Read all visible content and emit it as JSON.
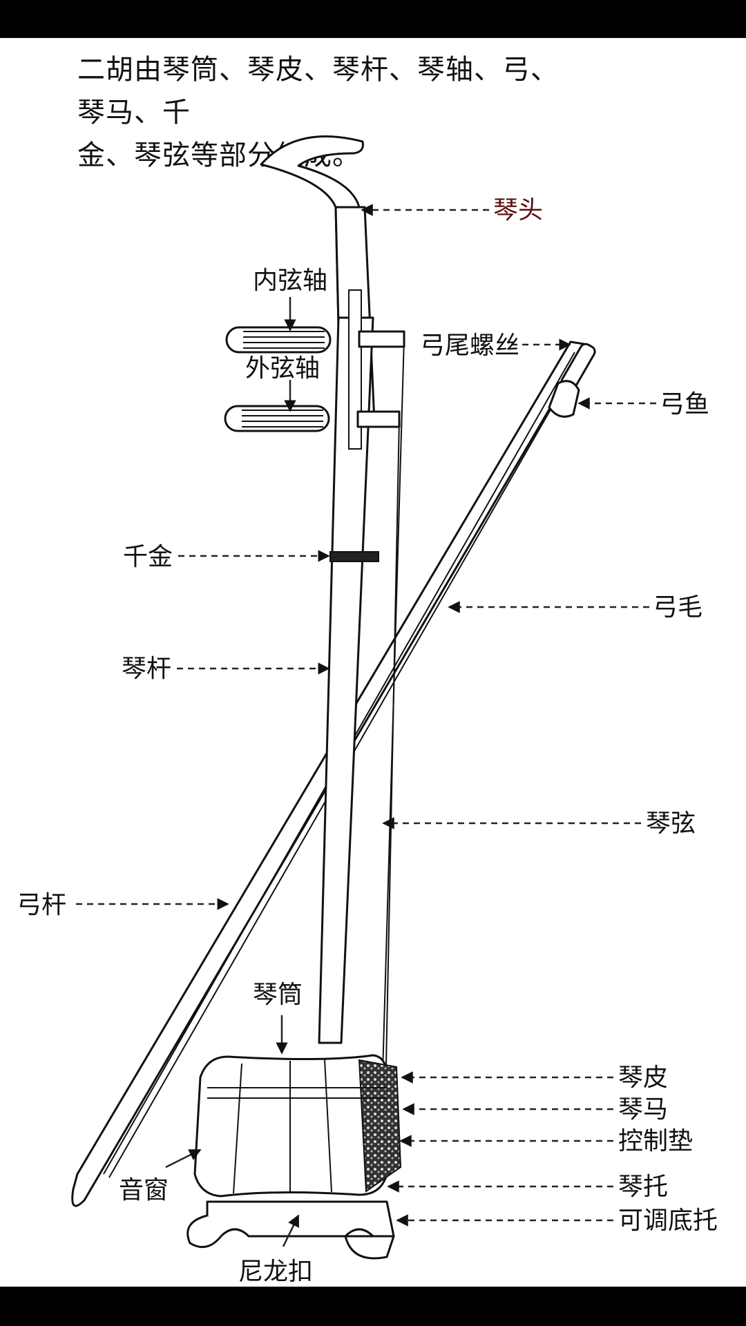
{
  "caption": {
    "line1": "二胡由琴筒、琴皮、琴杆、琴轴、弓、琴马、千",
    "line2": "金、琴弦等部分组成。"
  },
  "labels": {
    "qintou": "琴头",
    "neixianzhou": "内弦轴",
    "waixianzhou": "外弦轴",
    "gongweiluosi": "弓尾螺丝",
    "gongyu": "弓鱼",
    "qianjin": "千金",
    "gongmao": "弓毛",
    "qingan": "琴杆",
    "qinxian": "琴弦",
    "gonggan": "弓杆",
    "qintong": "琴筒",
    "qinpi": "琴皮",
    "qinma": "琴马",
    "kongzhidian": "控制垫",
    "yinchuang": "音窗",
    "qintuo": "琴托",
    "ketiaodituo": "可调底托",
    "nilongkou": "尼龙扣"
  }
}
